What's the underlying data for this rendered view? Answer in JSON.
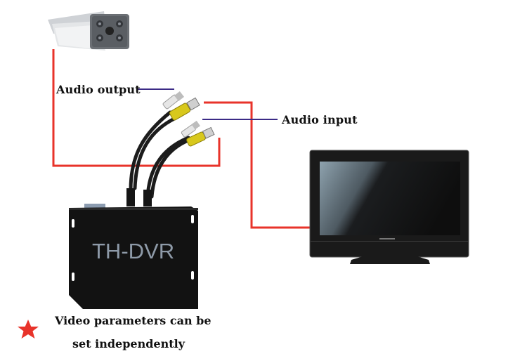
{
  "diagram": {
    "devices": {
      "camera": "bullet camera",
      "dvr": {
        "label": "TH-DVR"
      },
      "monitor": "TV monitor"
    },
    "labels": {
      "audio_output": "Audio output",
      "audio_input": "Audio input"
    },
    "note": {
      "line1": "Video parameters can be",
      "line2": "set independently"
    },
    "colors": {
      "video_line": "#e8332a",
      "audio_line": "#3b2a86",
      "star": "#e8332a",
      "rca_yellow": "#d8c81c",
      "rca_white": "#e8e8e8"
    }
  }
}
